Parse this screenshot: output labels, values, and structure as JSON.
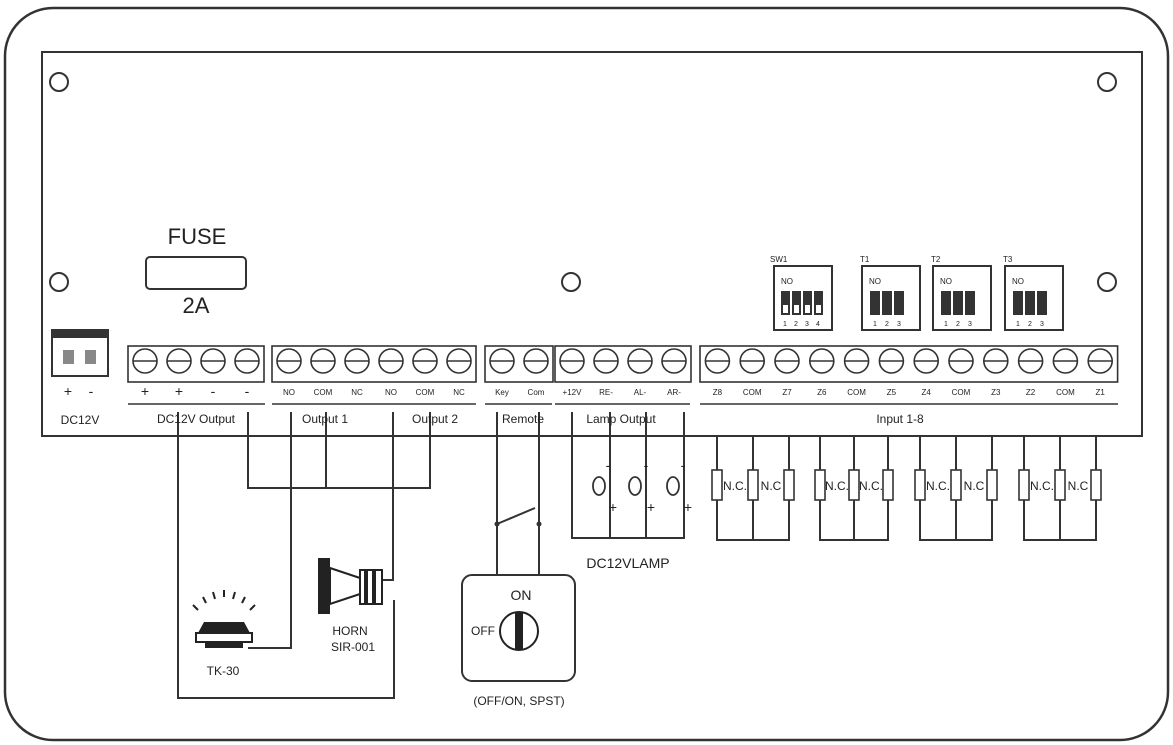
{
  "fuse": {
    "title": "FUSE",
    "rating": "2A"
  },
  "dc_input": {
    "label": "DC12V",
    "plus": "+",
    "minus": "-"
  },
  "terminal_signs": [
    "+",
    "+",
    "-",
    "-"
  ],
  "terminal_labels": {
    "outputs": [
      "NO",
      "COM",
      "NC",
      "NO",
      "COM",
      "NC"
    ],
    "remote": [
      "Key",
      "Com"
    ],
    "lamp": [
      "+12V",
      "RE-",
      "AL-",
      "AR-"
    ],
    "inputs": [
      "Z8",
      "COM",
      "Z7",
      "Z6",
      "COM",
      "Z5",
      "Z4",
      "COM",
      "Z3",
      "Z2",
      "COM",
      "Z1"
    ]
  },
  "group_labels": {
    "dc_output": "DC12V Output",
    "output1": "Output 1",
    "output2": "Output 2",
    "remote": "Remote",
    "lamp_output": "Lamp Output",
    "inputs": "Input 1-8"
  },
  "dip_switches": [
    {
      "name": "SW1",
      "state": "NO",
      "positions": [
        "1",
        "2",
        "3",
        "4"
      ]
    },
    {
      "name": "T1",
      "state": "NO",
      "positions": [
        "1",
        "2",
        "3"
      ]
    },
    {
      "name": "T2",
      "state": "NO",
      "positions": [
        "1",
        "2",
        "3"
      ]
    },
    {
      "name": "T3",
      "state": "NO",
      "positions": [
        "1",
        "2",
        "3"
      ]
    }
  ],
  "nc_labels": [
    "N.C.",
    "N.C",
    "N.C.",
    "N.C.",
    "N.C.",
    "N.C",
    "N.C.",
    "N.C"
  ],
  "lamp_signs": [
    "-",
    "+",
    "-",
    "+",
    "-",
    "+"
  ],
  "lamp_label": "DC12VLAMP",
  "strobe": {
    "model": "TK-30"
  },
  "horn": {
    "name": "HORN",
    "model": "SIR-001"
  },
  "key_switch": {
    "on": "ON",
    "off": "OFF",
    "caption": "(OFF/ON, SPST)"
  }
}
